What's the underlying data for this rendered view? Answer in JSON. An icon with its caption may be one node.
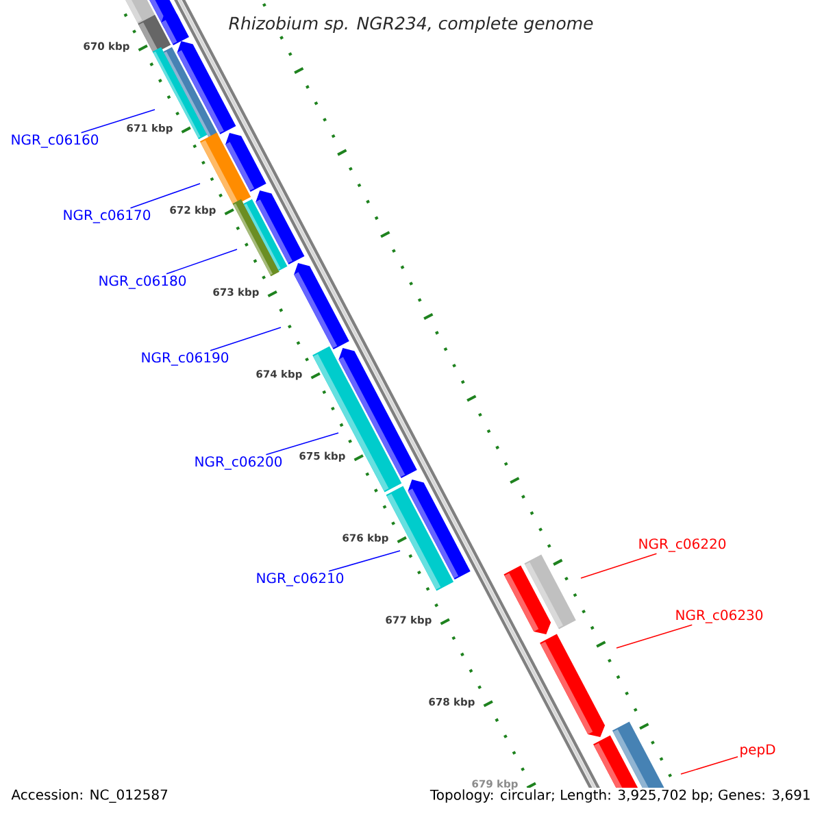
{
  "diagram": {
    "title": "Rhizobium sp. NGR234, complete genome",
    "nodes": [
      {
        "text": [
          "NGR_c06160"
        ]
      },
      {
        "text": [
          "NGR_c06170"
        ]
      },
      {
        "text": [
          "NGR_c06180"
        ]
      },
      {
        "text": [
          "NGR_c06190"
        ]
      },
      {
        "text": [
          "NGR_c06200"
        ]
      },
      {
        "text": [
          "NGR_c06210"
        ]
      },
      {
        "text": [
          "NGR_c06220"
        ]
      },
      {
        "text": [
          "NGR_c06230"
        ]
      },
      {
        "text": [
          "pepD"
        ]
      }
    ],
    "edges": [
      {
        "from": 0,
        "to": null,
        "arrow": "none"
      },
      {
        "from": 1,
        "to": null,
        "arrow": "none"
      },
      {
        "from": 2,
        "to": null,
        "arrow": "none"
      },
      {
        "from": 3,
        "to": null,
        "arrow": "none"
      },
      {
        "from": 4,
        "to": null,
        "arrow": "none"
      },
      {
        "from": 5,
        "to": null,
        "arrow": "none"
      },
      {
        "from": 6,
        "to": null,
        "arrow": "none",
        "color": "#ff0000"
      },
      {
        "from": 7,
        "to": null,
        "arrow": "none",
        "color": "#ff0000"
      },
      {
        "from": 8,
        "to": null,
        "arrow": "none",
        "color": "#ff0000"
      }
    ],
    "labels": [
      "670 kbp",
      "671 kbp",
      "672 kbp",
      "673 kbp",
      "674 kbp",
      "675 kbp",
      "676 kbp",
      "677 kbp",
      "678 kbp",
      "679 kbp",
      "Accession: NC_012587",
      "Topology: circular; Length: 3,925,702 bp; Genes: 3,691"
    ]
  }
}
